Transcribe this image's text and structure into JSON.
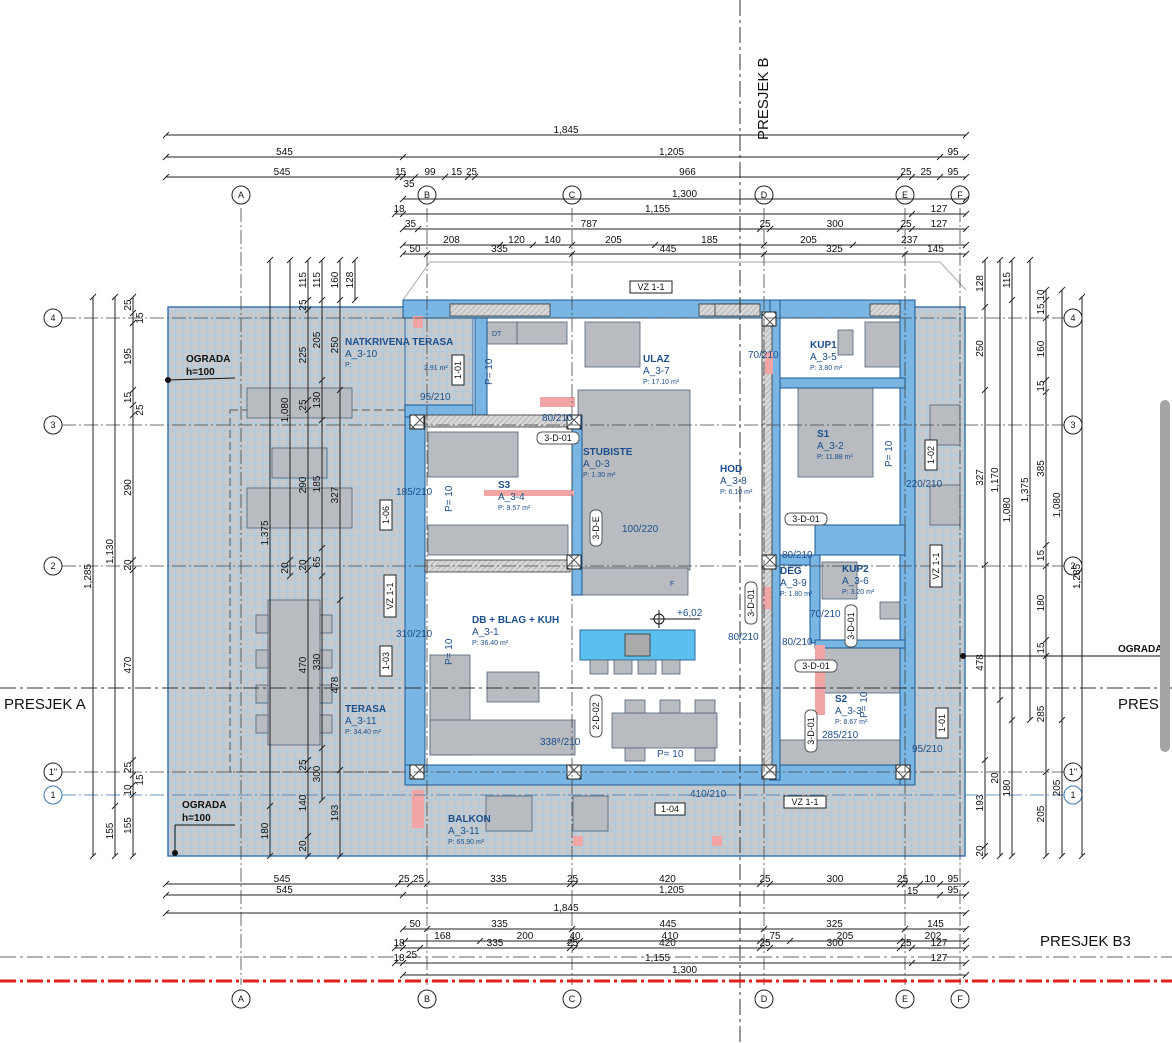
{
  "title": "Floor plan – level 3",
  "sections": {
    "b": "PRESJEK B",
    "a_left": "PRESJEK A",
    "a_right": "PRES.",
    "b3": "PRESJEK B3"
  },
  "grid_axes": {
    "columns": [
      "A",
      "B",
      "C",
      "D",
      "E",
      "F"
    ],
    "rows": [
      "4",
      "3",
      "2",
      "1\"",
      "1"
    ]
  },
  "rooms": [
    {
      "name": "NATKRIVENA TERASA",
      "code": "A_3-10",
      "area": "P:"
    },
    {
      "name": "ULAZ",
      "code": "A_3-7",
      "area": "P: 17.10 m²"
    },
    {
      "name": "KUP1",
      "code": "A_3-5",
      "area": "P: 3.80 m²"
    },
    {
      "name": "S1",
      "code": "A_3-2",
      "area": "P: 11.88 m²"
    },
    {
      "name": "STUBISTE",
      "code": "A_0-3",
      "area": "P:      1.30 m²"
    },
    {
      "name": "HOD",
      "code": "A_3-8",
      "area": "P: 6.10 m²"
    },
    {
      "name": "S3",
      "code": "A_3-4",
      "area": "P: 9.57 m²"
    },
    {
      "name": "DEG",
      "code": "A_3-9",
      "area": "P: 1.80 m²"
    },
    {
      "name": "KUP2",
      "code": "A_3-6",
      "area": "P: 3.20 m²"
    },
    {
      "name": "DB + BLAG + KUH",
      "code": "A_3-1",
      "area": "P:                     36.40 m²"
    },
    {
      "name": "TERASA",
      "code": "A_3-11",
      "area": "P:  34.40 m²"
    },
    {
      "name": "S2",
      "code": "A_3-3",
      "area": "P: 8.67 m²"
    },
    {
      "name": "BALKON",
      "code": "A_3-11",
      "area": "P:  65.90 m²"
    }
  ],
  "terrace_area_small": "2.91 m²",
  "tags": [
    "VZ 1-1",
    "1-01",
    "1-06",
    "VZ 1-1",
    "1-03",
    "1-04",
    "VZ 1-1",
    "1-02",
    "VZ 1-1",
    "1-01",
    "3-D-01",
    "3-D-E",
    "3-D-01",
    "3-D-01",
    "3-D-01",
    "3-D-01",
    "3-D-01",
    "2-D-02"
  ],
  "openings": [
    "95/210",
    "185/210",
    "310/210",
    "80/210",
    "70/210",
    "220/210",
    "100/220",
    "410/210",
    "338⁸/210",
    "285/210",
    "95/210",
    "80/210",
    "80/210",
    "70/210",
    "80/210"
  ],
  "floor_marks": [
    "P= 10",
    "P= 10",
    "P= 10",
    "P= 10",
    "P= 10",
    "P= 10"
  ],
  "furniture_labels": [
    "DT",
    "F"
  ],
  "elevation": "+6,02",
  "notes": [
    {
      "title": "OGRADA",
      "sub": "h=100"
    },
    {
      "title": "OGRADA",
      "sub": "h=100"
    },
    {
      "title": "OGRADA",
      "sub": ""
    }
  ],
  "dimensions": {
    "top": [
      [
        "1,845"
      ],
      [
        "545",
        "1,205",
        "95"
      ],
      [
        "545",
        "15",
        "35",
        "99",
        "15",
        "25",
        "966",
        "25",
        "25",
        "95"
      ],
      [
        "1,300"
      ],
      [
        "18",
        "1,155",
        "127"
      ],
      [
        "35",
        "787",
        "25",
        "300",
        "25",
        "127"
      ],
      [
        "208",
        "120",
        "140",
        "205",
        "185",
        "205",
        "237"
      ],
      [
        "50",
        "335",
        "445",
        "325",
        "145"
      ]
    ],
    "bottom": [
      [
        "545",
        "25",
        "25",
        "335",
        "25",
        "420",
        "25",
        "300",
        "25",
        "15",
        "10",
        "95"
      ],
      [
        "545",
        "1,205",
        "95"
      ],
      [
        "1,845"
      ],
      [
        "50",
        "335",
        "445",
        "325",
        "145"
      ],
      [
        "168",
        "200",
        "40",
        "410",
        "75",
        "205",
        "202"
      ],
      [
        "18",
        "25",
        "335",
        "25",
        "420",
        "25",
        "300",
        "25",
        "127"
      ],
      [
        "18",
        "1,155",
        "127"
      ],
      [
        "1,300"
      ]
    ],
    "left": [
      [
        "1,285"
      ],
      [
        "1,130",
        "155"
      ],
      [
        "25",
        "15",
        "195",
        "15",
        "25",
        "290",
        "20",
        "470",
        "25",
        "15",
        "10",
        "155"
      ],
      [
        "1,375",
        "180"
      ],
      [
        "1,080",
        "20"
      ],
      [
        "115",
        "25",
        "225",
        "25",
        "290",
        "20",
        "470",
        "25",
        "140",
        "20"
      ],
      [
        "115",
        "205",
        "130",
        "185",
        "65",
        "330",
        "300"
      ],
      [
        "160",
        "250",
        "327",
        "478",
        "193"
      ],
      [
        "128"
      ]
    ],
    "right": [
      [
        "128",
        "250",
        "327",
        "478",
        "193",
        "20"
      ],
      [
        "1,170",
        "20"
      ],
      [
        "115",
        "1,080",
        "180"
      ],
      [
        "1,375"
      ],
      [
        "10",
        "15",
        "160",
        "15",
        "385",
        "15",
        "180",
        "15",
        "285",
        "205"
      ],
      [
        "1,080",
        "205"
      ],
      [
        "1,285"
      ]
    ]
  },
  "colors": {
    "wall": "#7ab6e4",
    "wall_stroke": "#1b5a94",
    "terrace": "#c6c9cd",
    "terrace_grid": "#8fd2f2",
    "furniture": "#b8bbbf",
    "room_text": "#1d4f8c",
    "section_red": "#e0201b",
    "opening": "#f2a5a5"
  }
}
